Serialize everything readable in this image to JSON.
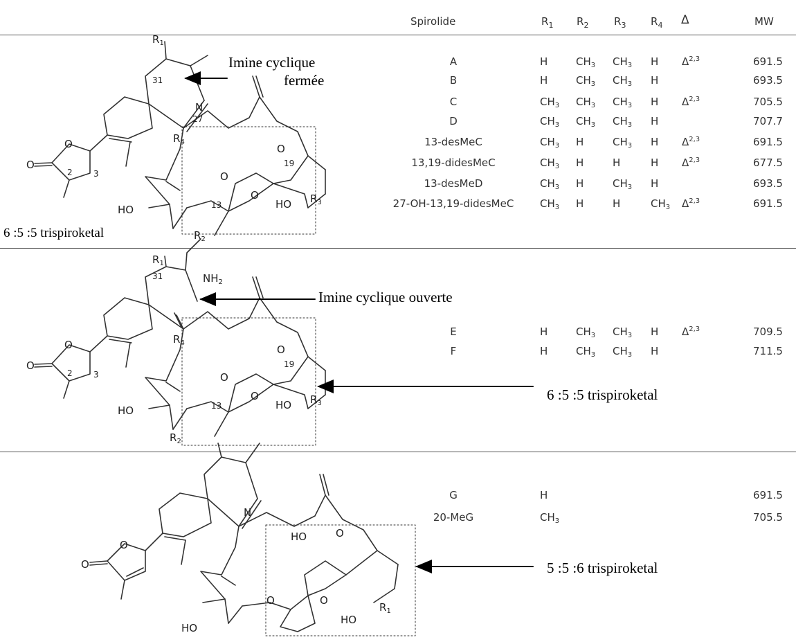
{
  "table": {
    "headers": {
      "spirolide": "Spirolide",
      "r1": "R",
      "r1_sub": "1",
      "r2": "R",
      "r2_sub": "2",
      "r3": "R",
      "r3_sub": "3",
      "r4": "R",
      "r4_sub": "4",
      "delta": "Δ",
      "mw": "MW"
    },
    "group1": [
      {
        "name": "A",
        "r1": "H",
        "r2": "CH3",
        "r3": "CH3",
        "r4": "H",
        "delta": "Δ2,3",
        "mw": "691.5"
      },
      {
        "name": "B",
        "r1": "H",
        "r2": "CH3",
        "r3": "CH3",
        "r4": "H",
        "delta": "",
        "mw": "693.5"
      },
      {
        "name": "C",
        "r1": "CH3",
        "r2": "CH3",
        "r3": "CH3",
        "r4": "H",
        "delta": "Δ2,3",
        "mw": "705.5"
      },
      {
        "name": "D",
        "r1": "CH3",
        "r2": "CH3",
        "r3": "CH3",
        "r4": "H",
        "delta": "",
        "mw": "707.7"
      },
      {
        "name": "13-desMeC",
        "r1": "CH3",
        "r2": "H",
        "r3": "CH3",
        "r4": "H",
        "delta": "Δ2,3",
        "mw": "691.5"
      },
      {
        "name": "13,19-didesMeC",
        "r1": "CH3",
        "r2": "H",
        "r3": "H",
        "r4": "H",
        "delta": "Δ2,3",
        "mw": "677.5"
      },
      {
        "name": "13-desMeD",
        "r1": "CH3",
        "r2": "H",
        "r3": "CH3",
        "r4": "H",
        "delta": "",
        "mw": "693.5"
      },
      {
        "name": "27-OH-13,19-didesMeC",
        "r1": "CH3",
        "r2": "H",
        "r3": "H",
        "r4": "CH3",
        "delta": "Δ2,3",
        "mw": "691.5"
      }
    ],
    "group2": [
      {
        "name": "E",
        "r1": "H",
        "r2": "CH3",
        "r3": "CH3",
        "r4": "H",
        "delta": "Δ2,3",
        "mw": "709.5"
      },
      {
        "name": "F",
        "r1": "H",
        "r2": "CH3",
        "r3": "CH3",
        "r4": "H",
        "delta": "",
        "mw": "711.5"
      }
    ],
    "group3": [
      {
        "name": "G",
        "r1": "H",
        "mw": "691.5"
      },
      {
        "name": "20-MeG",
        "r1": "CH3",
        "mw": "705.5"
      }
    ]
  },
  "annotations": {
    "imine_closed_line1": "Imine cyclique",
    "imine_closed_line2": "fermée",
    "imine_open": "Imine cyclique ouverte",
    "trispiro_655_left": "6 :5 :5 trispiroketal",
    "trispiro_655_mid": "6 :5 :5 trispiroketal",
    "trispiro_556": "5 :5 :6 trispiroketal"
  },
  "structure_labels": {
    "R1": "R",
    "R1_sub": "1",
    "R2": "R",
    "R2_sub": "2",
    "R3": "R",
    "R3_sub": "3",
    "R4": "R",
    "R4_sub": "4",
    "N": "N",
    "NH2": "NH",
    "NH2_sub": "2",
    "O": "O",
    "HO": "HO",
    "n31": "31",
    "n27": "27",
    "n19": "19",
    "n13": "13",
    "n2": "2",
    "n3": "3"
  }
}
